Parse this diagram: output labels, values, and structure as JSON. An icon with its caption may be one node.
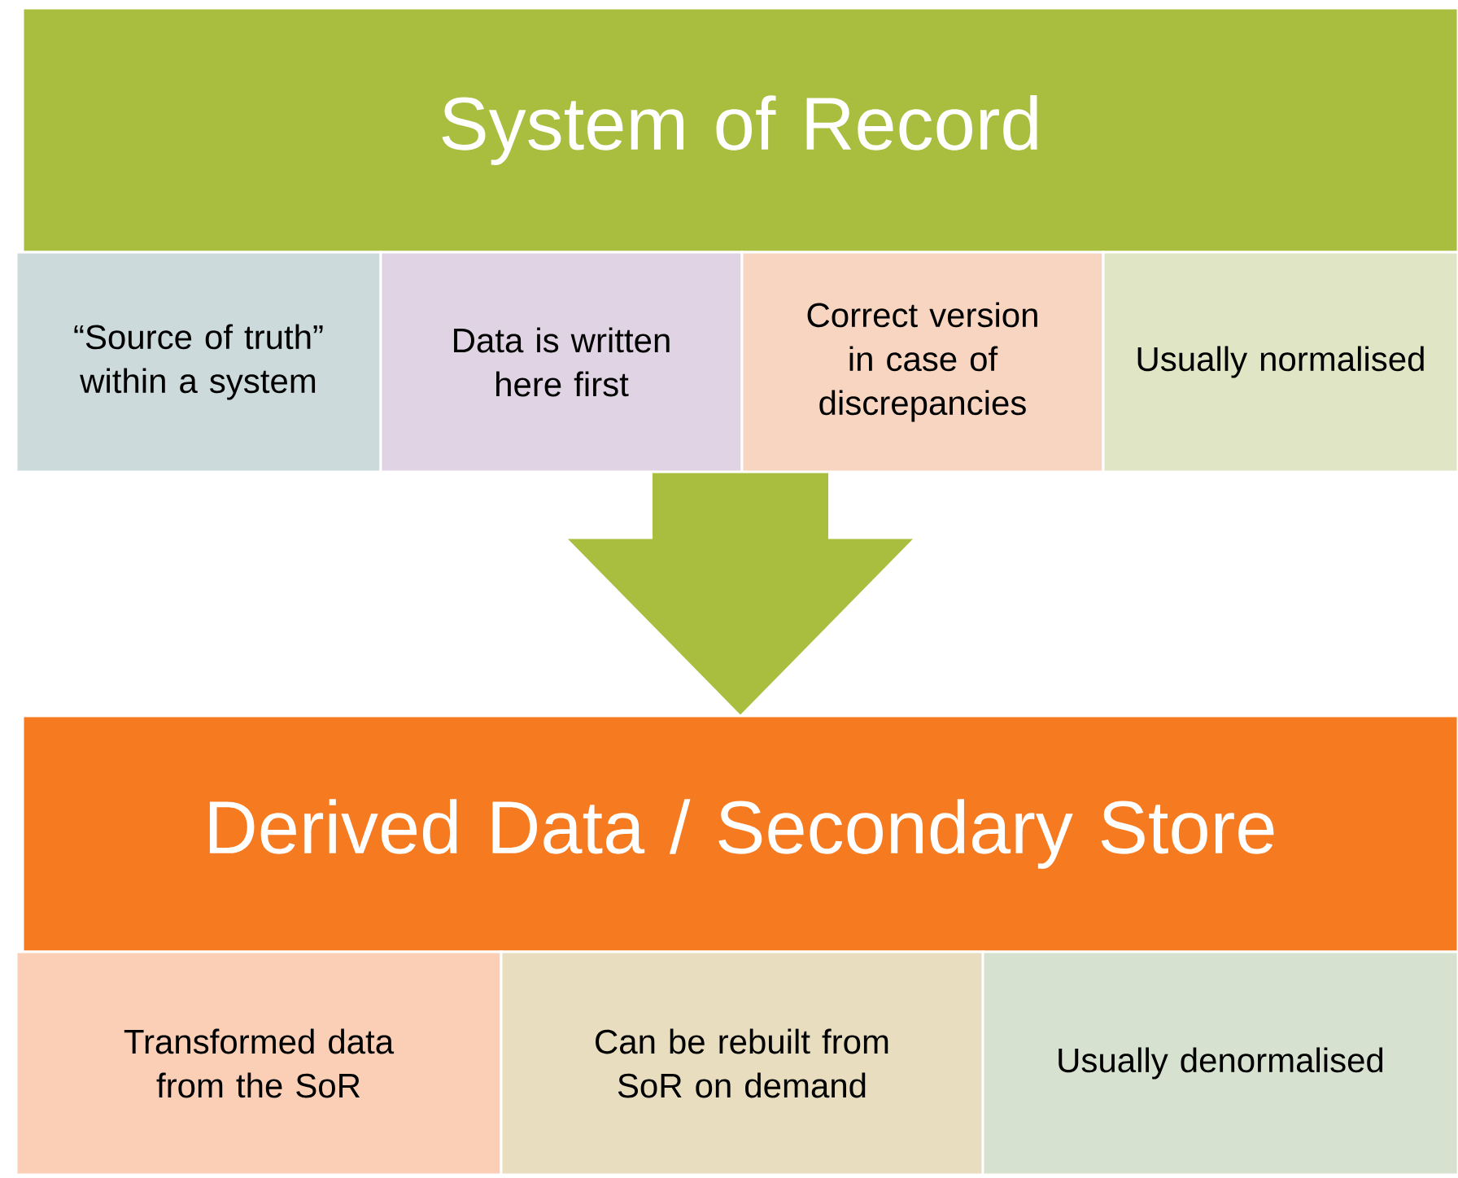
{
  "diagram": {
    "nodes": [
      {
        "text": [
          "System of Record"
        ]
      },
      {
        "text": [
          "“Source of truth” within a system"
        ]
      },
      {
        "text": [
          "Data is written here first"
        ]
      },
      {
        "text": [
          "Correct version in case of discrepancies"
        ]
      },
      {
        "text": [
          "Usually normalised"
        ]
      },
      {
        "text": [
          "Derived Data / Secondary Store"
        ]
      },
      {
        "text": [
          "Transformed data from the SoR"
        ]
      },
      {
        "text": [
          "Can be rebuilt from SoR on demand"
        ]
      },
      {
        "text": [
          "Usually denormalised"
        ]
      }
    ],
    "edges": [
      {
        "from": 0,
        "to": 5,
        "arrow": "to"
      }
    ]
  }
}
